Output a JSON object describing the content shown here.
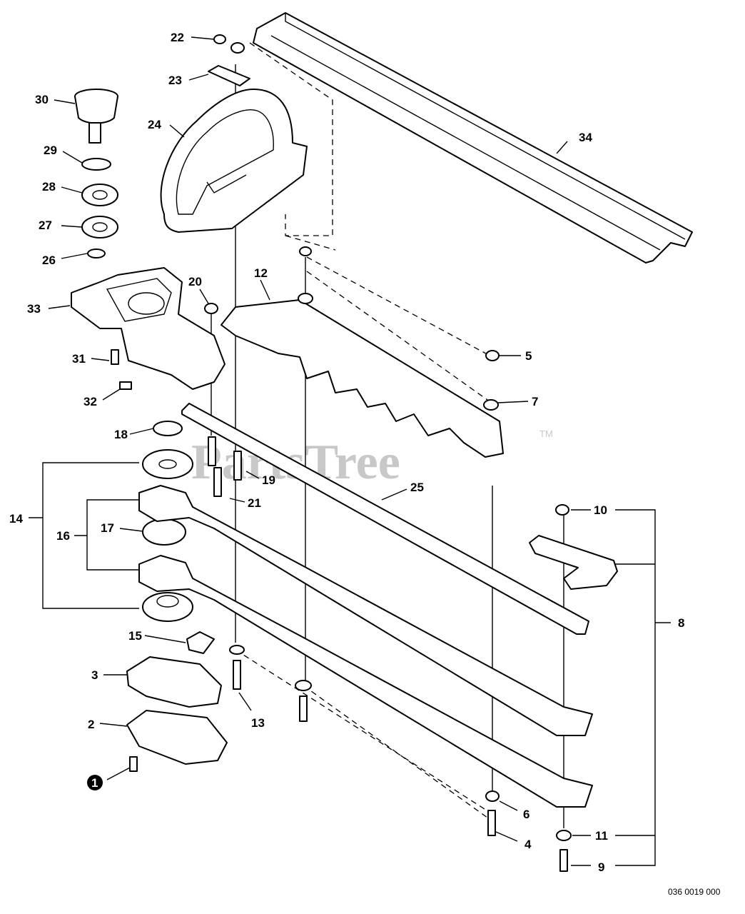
{
  "watermark": {
    "text": "PartsTree",
    "trademark": "TM"
  },
  "figure_code": "036 0019 000",
  "callouts": {
    "p1": "1",
    "p2": "2",
    "p3": "3",
    "p4": "4",
    "p5": "5",
    "p6": "6",
    "p7": "7",
    "p8": "8",
    "p9": "9",
    "p10": "10",
    "p11": "11",
    "p12": "12",
    "p13": "13",
    "p14": "14",
    "p15": "15",
    "p16": "16",
    "p17": "17",
    "p18": "18",
    "p19": "19",
    "p20": "20",
    "p21": "21",
    "p22": "22",
    "p23": "23",
    "p24": "24",
    "p25": "25",
    "p26": "26",
    "p27": "27",
    "p28": "28",
    "p29": "29",
    "p30": "30",
    "p31": "31",
    "p32": "32",
    "p33": "33",
    "p34": "34"
  }
}
